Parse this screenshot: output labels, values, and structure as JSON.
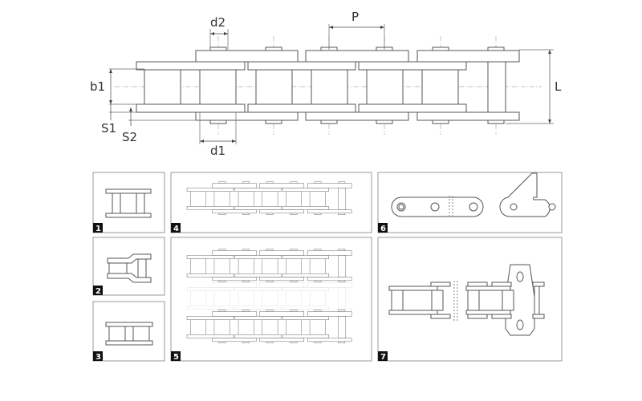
{
  "dimensions": {
    "d2": "d2",
    "P": "P",
    "b1": "b1",
    "L": "L",
    "S1": "S1",
    "S2": "S2",
    "d1": "d1"
  },
  "panels": [
    {
      "number": "1",
      "name": "outer-link"
    },
    {
      "number": "2",
      "name": "offset-link"
    },
    {
      "number": "3",
      "name": "inner-link"
    },
    {
      "number": "4",
      "name": "simplex-chain"
    },
    {
      "number": "5",
      "name": "multiplex-chain"
    },
    {
      "number": "6",
      "name": "attachment-plate"
    },
    {
      "number": "7",
      "name": "attachment-chain"
    }
  ]
}
